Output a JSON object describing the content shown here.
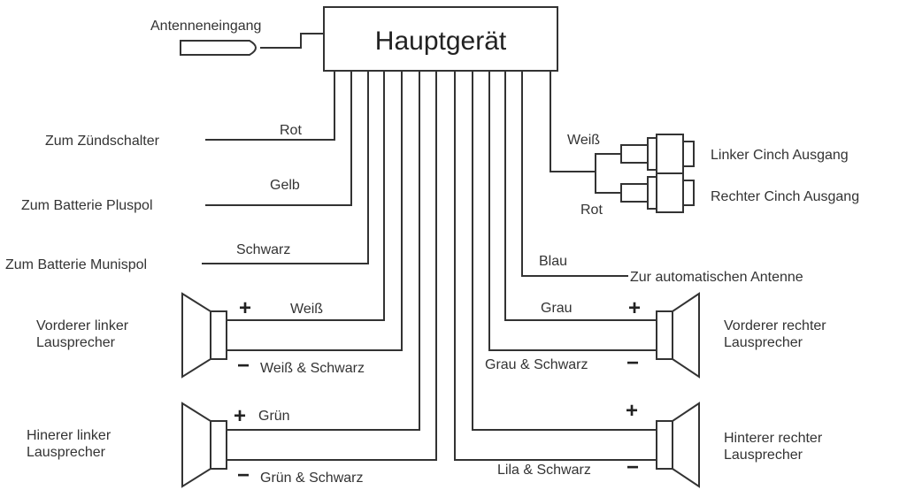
{
  "head_unit": {
    "title": "Hauptgerät"
  },
  "antenna": {
    "label": "Antenneneingang"
  },
  "wires": {
    "ignition": {
      "destination": "Zum Zündschalter",
      "color": "Rot"
    },
    "battery_plus": {
      "destination": "Zum Batterie Pluspol",
      "color": "Gelb"
    },
    "battery_minus": {
      "destination": "Zum Batterie Munispol",
      "color": "Schwarz"
    },
    "auto_antenna": {
      "destination": "Zur automatischen Antenne",
      "color": "Blau"
    }
  },
  "rca": {
    "left": {
      "label": "Linker Cinch Ausgang",
      "color": "Weiß"
    },
    "right": {
      "label": "Rechter Cinch Ausgang",
      "color": "Rot"
    }
  },
  "speakers": {
    "front_left": {
      "label_line1": "Vorderer linker",
      "label_line2": "Lausprecher",
      "plus_color": "Weiß",
      "minus_color": "Weiß & Schwarz"
    },
    "rear_left": {
      "label_line1": "Hinerer linker",
      "label_line2": "Lausprecher",
      "plus_color": "Grün",
      "minus_color": "Grün & Schwarz"
    },
    "front_right": {
      "label_line1": "Vorderer rechter",
      "label_line2": "Lausprecher",
      "plus_color": "Grau",
      "minus_color": "Grau & Schwarz"
    },
    "rear_right": {
      "label_line1": "Hinterer rechter",
      "label_line2": "Lausprecher",
      "minus_color": "Lila & Schwarz"
    }
  },
  "symbols": {
    "plus": "+",
    "minus": "−"
  }
}
